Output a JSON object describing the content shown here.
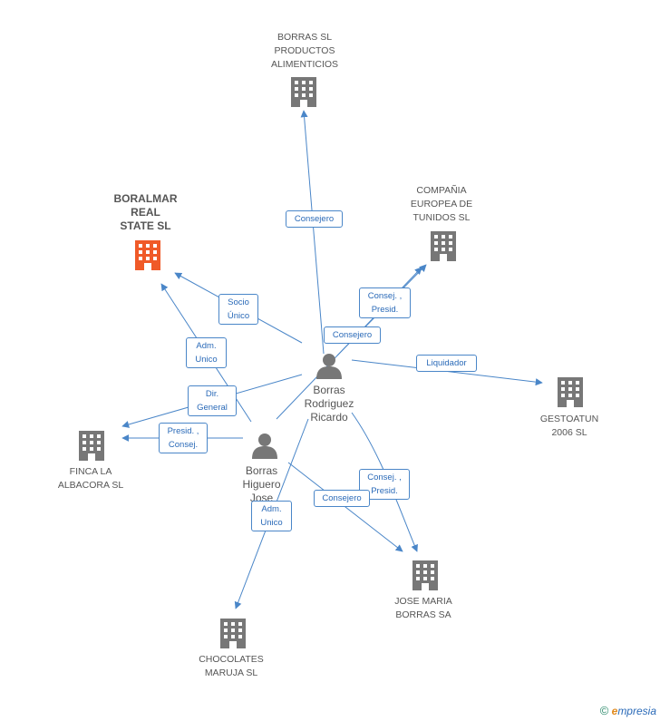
{
  "companies": {
    "borras_sl": "BORRAS SL\nPRODUCTOS\nALIMENTICIOS",
    "boralmar": "BORALMAR\nREAL\nSTATE SL",
    "compania_europea": "COMPAÑIA\nEUROPEA DE\nTUNIDOS SL",
    "gestoatun": "GESTOATUN\n2006  SL",
    "finca": "FINCA LA\nALBACORA SL",
    "jose_maria": "JOSE MARIA\nBORRAS SA",
    "chocolates": "CHOCOLATES\nMARUJA  SL"
  },
  "persons": {
    "ricardo": "Borras\nRodriguez\nRicardo",
    "jose": "Borras\nHiguero\nJose"
  },
  "edges": {
    "consejero_borras": "Consejero",
    "socio_unico": "Socio\nÚnico",
    "adm_unico_boralmar": "Adm.\nUnico",
    "consej_presid_europea": "Consej. ,\nPresid.",
    "consejero_europea": "Consejero",
    "liquidador": "Liquidador",
    "dir_general": "Dir.\nGeneral",
    "presid_consej_finca": "Presid. ,\nConsej.",
    "consej_presid_jmb": "Consej. ,\nPresid.",
    "consejero_jmb": "Consejero",
    "adm_unico_choc": "Adm.\nUnico"
  },
  "brand": {
    "copyright": "©",
    "initial": "e",
    "name": "mpresia"
  },
  "colors": {
    "building": "#777777",
    "building_focus": "#f05a28",
    "person": "#777777",
    "edge": "#4a86c8"
  }
}
